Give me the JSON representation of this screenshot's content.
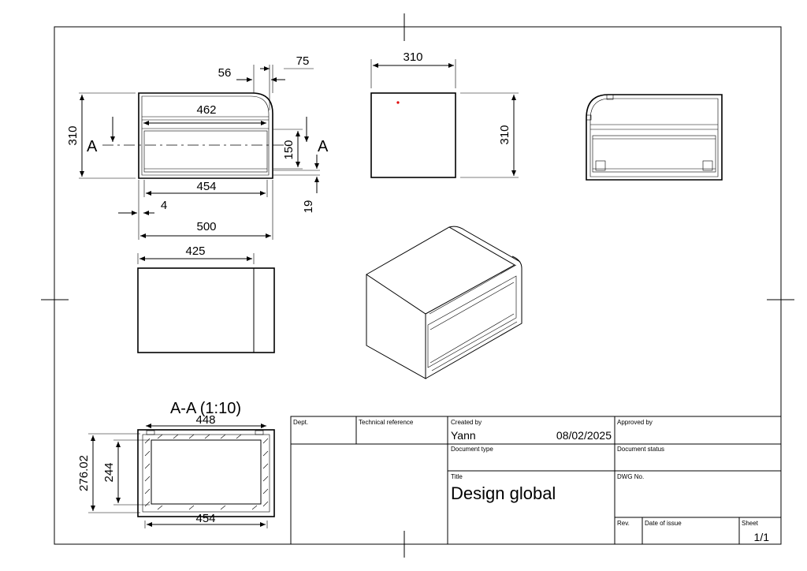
{
  "dimensions": {
    "front": {
      "width_56": "56",
      "width_75": "75",
      "height_310": "310",
      "inner_462": "462",
      "height_150": "150",
      "inner_454": "454",
      "gap_4": "4",
      "thick_19": "19",
      "total_500": "500",
      "section_mark_left": "A",
      "section_mark_right": "A"
    },
    "side": {
      "width_310": "310",
      "height_310": "310"
    },
    "top": {
      "width_425": "425"
    },
    "section": {
      "title": "A-A (1:10)",
      "width_448": "448",
      "height_276": "276.02",
      "height_244": "244",
      "width_454": "454"
    }
  },
  "title_block": {
    "dept_label": "Dept.",
    "tech_ref_label": "Technical reference",
    "created_by_label": "Created by",
    "created_by_value": "Yann",
    "date_value": "08/02/2025",
    "approved_by_label": "Approved by",
    "doc_type_label": "Document type",
    "doc_status_label": "Document status",
    "title_label": "Title",
    "title_value": "Design global",
    "dwg_no_label": "DWG No.",
    "rev_label": "Rev.",
    "date_issue_label": "Date of issue",
    "sheet_label": "Sheet",
    "sheet_value": "1/1"
  }
}
